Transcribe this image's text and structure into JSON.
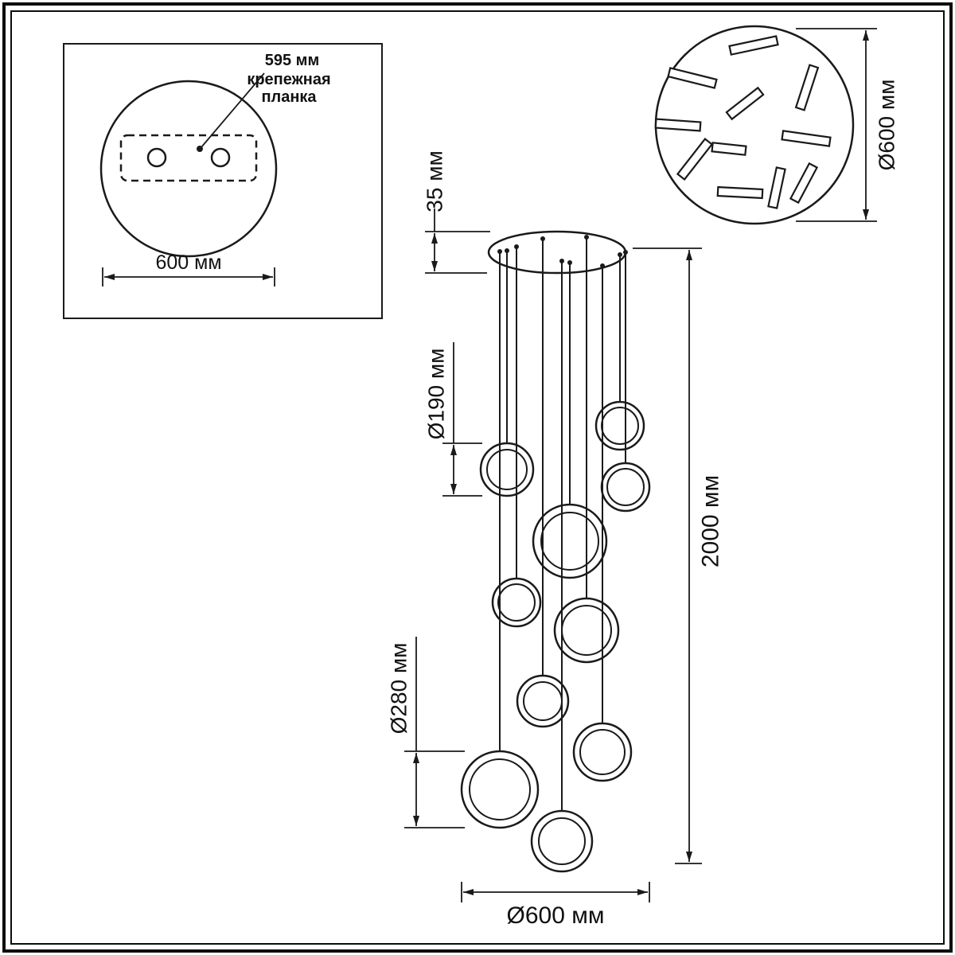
{
  "colors": {
    "ink": "#1a1a1a",
    "background": "#ffffff"
  },
  "mount_view": {
    "plate_length_label": "595 мм",
    "plate_name_line1": "крепежная",
    "plate_name_line2": "планка",
    "base_diameter_label": "600 мм"
  },
  "top_view": {
    "diameter_label": "Ø600 мм"
  },
  "side_view": {
    "canopy_height_label": "35 мм",
    "small_ring_diameter_label": "Ø190 мм",
    "large_ring_diameter_label": "Ø280 мм",
    "overall_height_label": "2000 мм",
    "canopy_diameter_label": "Ø600 мм"
  }
}
